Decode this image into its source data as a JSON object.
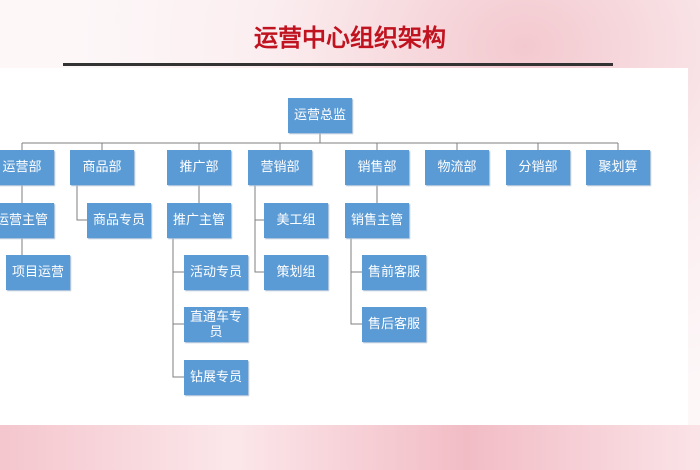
{
  "title": "运营中心组织架构",
  "colors": {
    "box": "#5b9bd5",
    "title": "#c0121f"
  },
  "org": {
    "head": "运营总监",
    "departments": [
      "运营部",
      "商品部",
      "推广部",
      "营销部",
      "销售部",
      "物流部",
      "分销部",
      "聚划算"
    ],
    "yunying": [
      "运营主管",
      "项目运营"
    ],
    "shangpin": [
      "商品专员"
    ],
    "tuiguang": [
      "推广主管",
      "活动专员",
      "直通车专员",
      "钻展专员"
    ],
    "yingxiao": [
      "美工组",
      "策划组"
    ],
    "xiaoshou": [
      "销售主管",
      "售前客服",
      "售后客服"
    ]
  }
}
